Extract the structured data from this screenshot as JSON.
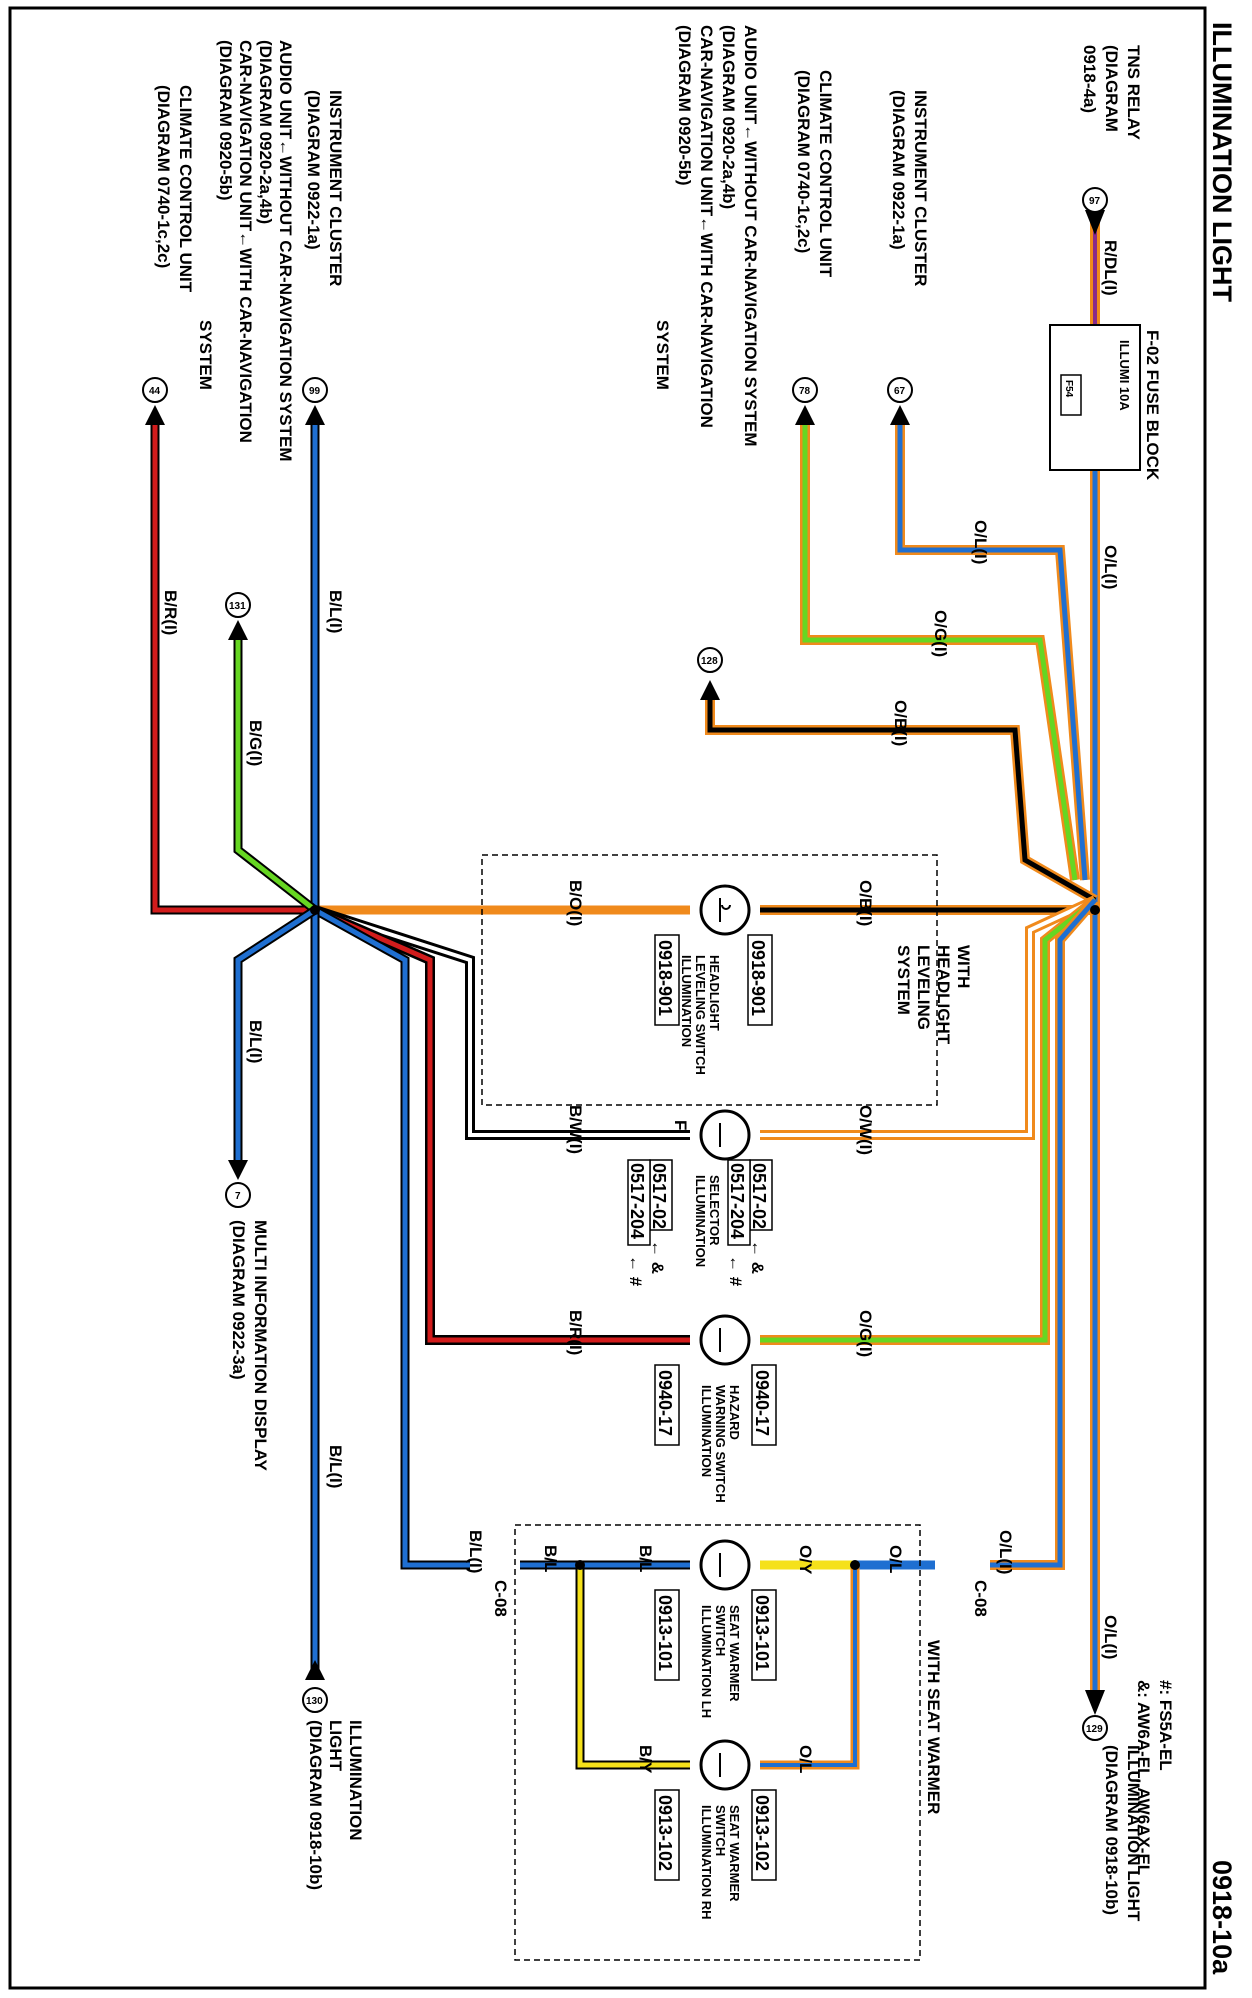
{
  "header": {
    "title": "ILLUMINATION LIGHT",
    "page_code": "0918-10a"
  },
  "notes": {
    "line1": "#: FS5A-EL",
    "line2": "&: AW6A-EL, AW6AX-EL"
  },
  "fuse_block": {
    "title": "F-02 FUSE BLOCK",
    "fuse_label": "ILLUMI 10A",
    "fuse_id": "F54"
  },
  "refs": {
    "tns_relay": {
      "name": "TNS RELAY",
      "diagram": "(DIAGRAM",
      "diagram2": "0918-4a)",
      "pin": "97"
    },
    "instrument_cluster_1": {
      "name": "INSTRUMENT CLUSTER",
      "diagram": "(DIAGRAM 0922-1a)",
      "pin": "67"
    },
    "climate_control_1": {
      "name": "CLIMATE CONTROL UNIT",
      "diagram": "(DIAGRAM 0740-1c,2c)",
      "pin": "78"
    },
    "audio_unit_1": {
      "line1": "AUDIO UNIT←WITHOUT CAR-NAVIGATION SYSTEM",
      "line2": "(DIAGRAM 0920-2a,4b)",
      "line3": "CAR-NAVIGATION UNIT←WITH CAR-NAVIGATION",
      "line4": "(DIAGRAM 0920-5b)",
      "line5": "SYSTEM",
      "pin": "128"
    },
    "instrument_cluster_2": {
      "name": "INSTRUMENT CLUSTER",
      "diagram": "(DIAGRAM 0922-1a)",
      "pin": "99"
    },
    "audio_unit_2": {
      "line1": "AUDIO UNIT←WITHOUT CAR-NAVIGATION SYSTEM",
      "line2": "(DIAGRAM 0920-2a,4b)",
      "line3": "CAR-NAVIGATION UNIT←WITH CAR-NAVIGATION",
      "line4": "(DIAGRAM 0920-5b)",
      "line5": "SYSTEM",
      "pin": "131"
    },
    "climate_control_2": {
      "name": "CLIMATE CONTROL UNIT",
      "diagram": "(DIAGRAM 0740-1c,2c)",
      "pin": "44"
    },
    "multi_info": {
      "name": "MULTI INFORMATION DISPLAY",
      "diagram": "(DIAGRAM 0922-3a)",
      "pin": "7"
    },
    "illum_light_out": {
      "name": "ILLUMINATION LIGHT",
      "diagram": "(DIAGRAM 0918-10b)",
      "pin": "129"
    },
    "illum_light_in": {
      "name": "ILLUMINATION",
      "name2": "LIGHT",
      "diagram": "(DIAGRAM 0918-10b)",
      "pin": "130"
    }
  },
  "wires": {
    "rdl": "R/DL(I)",
    "ol": "O/L(I)",
    "og": "O/G(I)",
    "ob": "O/B(I)",
    "bl": "B/L(I)",
    "bg": "B/G(I)",
    "br": "B/R(I)",
    "bo": "B/O(I)",
    "ow": "O/W(I)",
    "bw": "B/W(I)",
    "oy": "O/Y",
    "ol_plain": "O/L",
    "bl_plain": "B/L",
    "by": "B/Y",
    "f": "F",
    "c08": "C-08"
  },
  "groups": {
    "headlight": "WITH HEADLIGHT LEVELING SYSTEM",
    "headlight_l1": "WITH",
    "headlight_l2": "HEADLIGHT",
    "headlight_l3": "LEVELING",
    "headlight_l4": "SYSTEM",
    "seat": "WITH SEAT WARMER"
  },
  "components": {
    "headlight_switch": {
      "name1": "HEADLIGHT",
      "name2": "LEVELING SWITCH",
      "name3": "ILLUMINATION",
      "code_top": "0918-901",
      "code_bottom": "0918-901"
    },
    "selector": {
      "name1": "SELECTOR",
      "name2": "ILLUMINATION",
      "code1": "0517-02",
      "code1_mark": "← &",
      "code2": "0517-204",
      "code2_mark": "← #",
      "code3": "0517-02",
      "code3_mark": "← &",
      "code4": "0517-204",
      "code4_mark": "← #"
    },
    "hazard": {
      "name1": "HAZARD",
      "name2": "WARNING SWITCH",
      "name3": "ILLUMINATION",
      "code_top": "0940-17",
      "code_bottom": "0940-17"
    },
    "seat_lh": {
      "name1": "SEAT WARMER",
      "name2": "SWITCH",
      "name3": "ILLUMINATION LH",
      "code_top": "0913-101",
      "code_bottom": "0913-101"
    },
    "seat_rh": {
      "name1": "SEAT WARMER",
      "name2": "SWITCH",
      "name3": "ILLUMINATION RH",
      "code_top": "0913-102",
      "code_bottom": "0913-102"
    }
  },
  "colors": {
    "blue": "#1f6fd1",
    "orange": "#f08a1c",
    "green": "#66d622",
    "red": "#d21c1c",
    "black": "#000000",
    "yellow": "#f5e11a",
    "purple": "#8a2a8a"
  }
}
